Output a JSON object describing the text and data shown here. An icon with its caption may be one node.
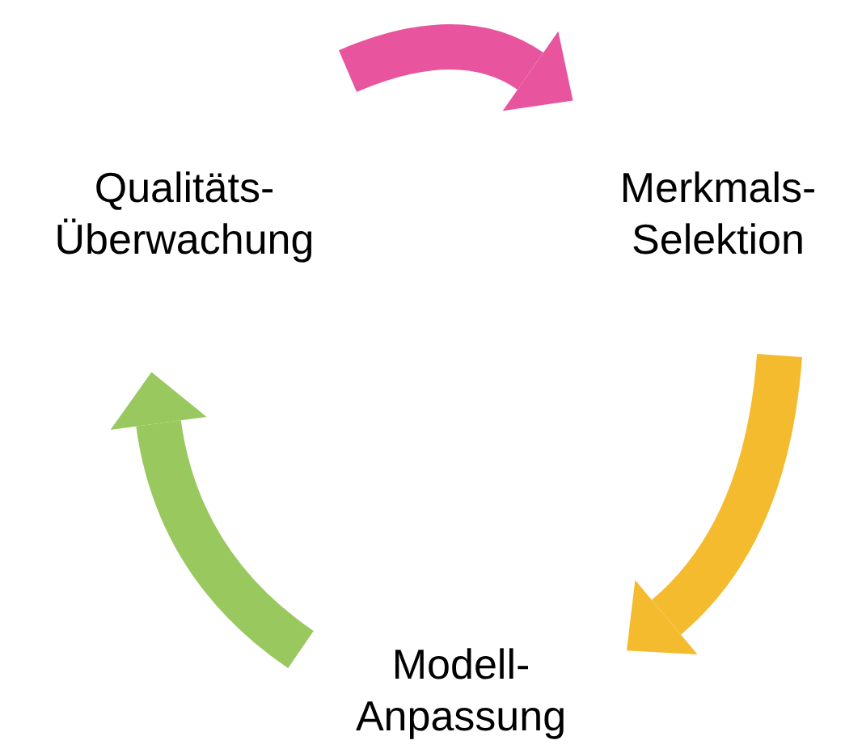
{
  "diagram": {
    "nodes": [
      {
        "text": [
          "Qualitäts- Überwachung"
        ]
      },
      {
        "text": [
          "Merkmals- Selektion"
        ]
      },
      {
        "text": [
          "Modell- Anpassung"
        ]
      }
    ],
    "edges": [
      {
        "from": 0,
        "to": 1,
        "arrow": "to",
        "color": "#e8559e"
      },
      {
        "from": 1,
        "to": 2,
        "arrow": "to",
        "color": "#f5bb2f"
      },
      {
        "from": 2,
        "to": 0,
        "arrow": "to",
        "color": "#99c85f"
      }
    ]
  }
}
